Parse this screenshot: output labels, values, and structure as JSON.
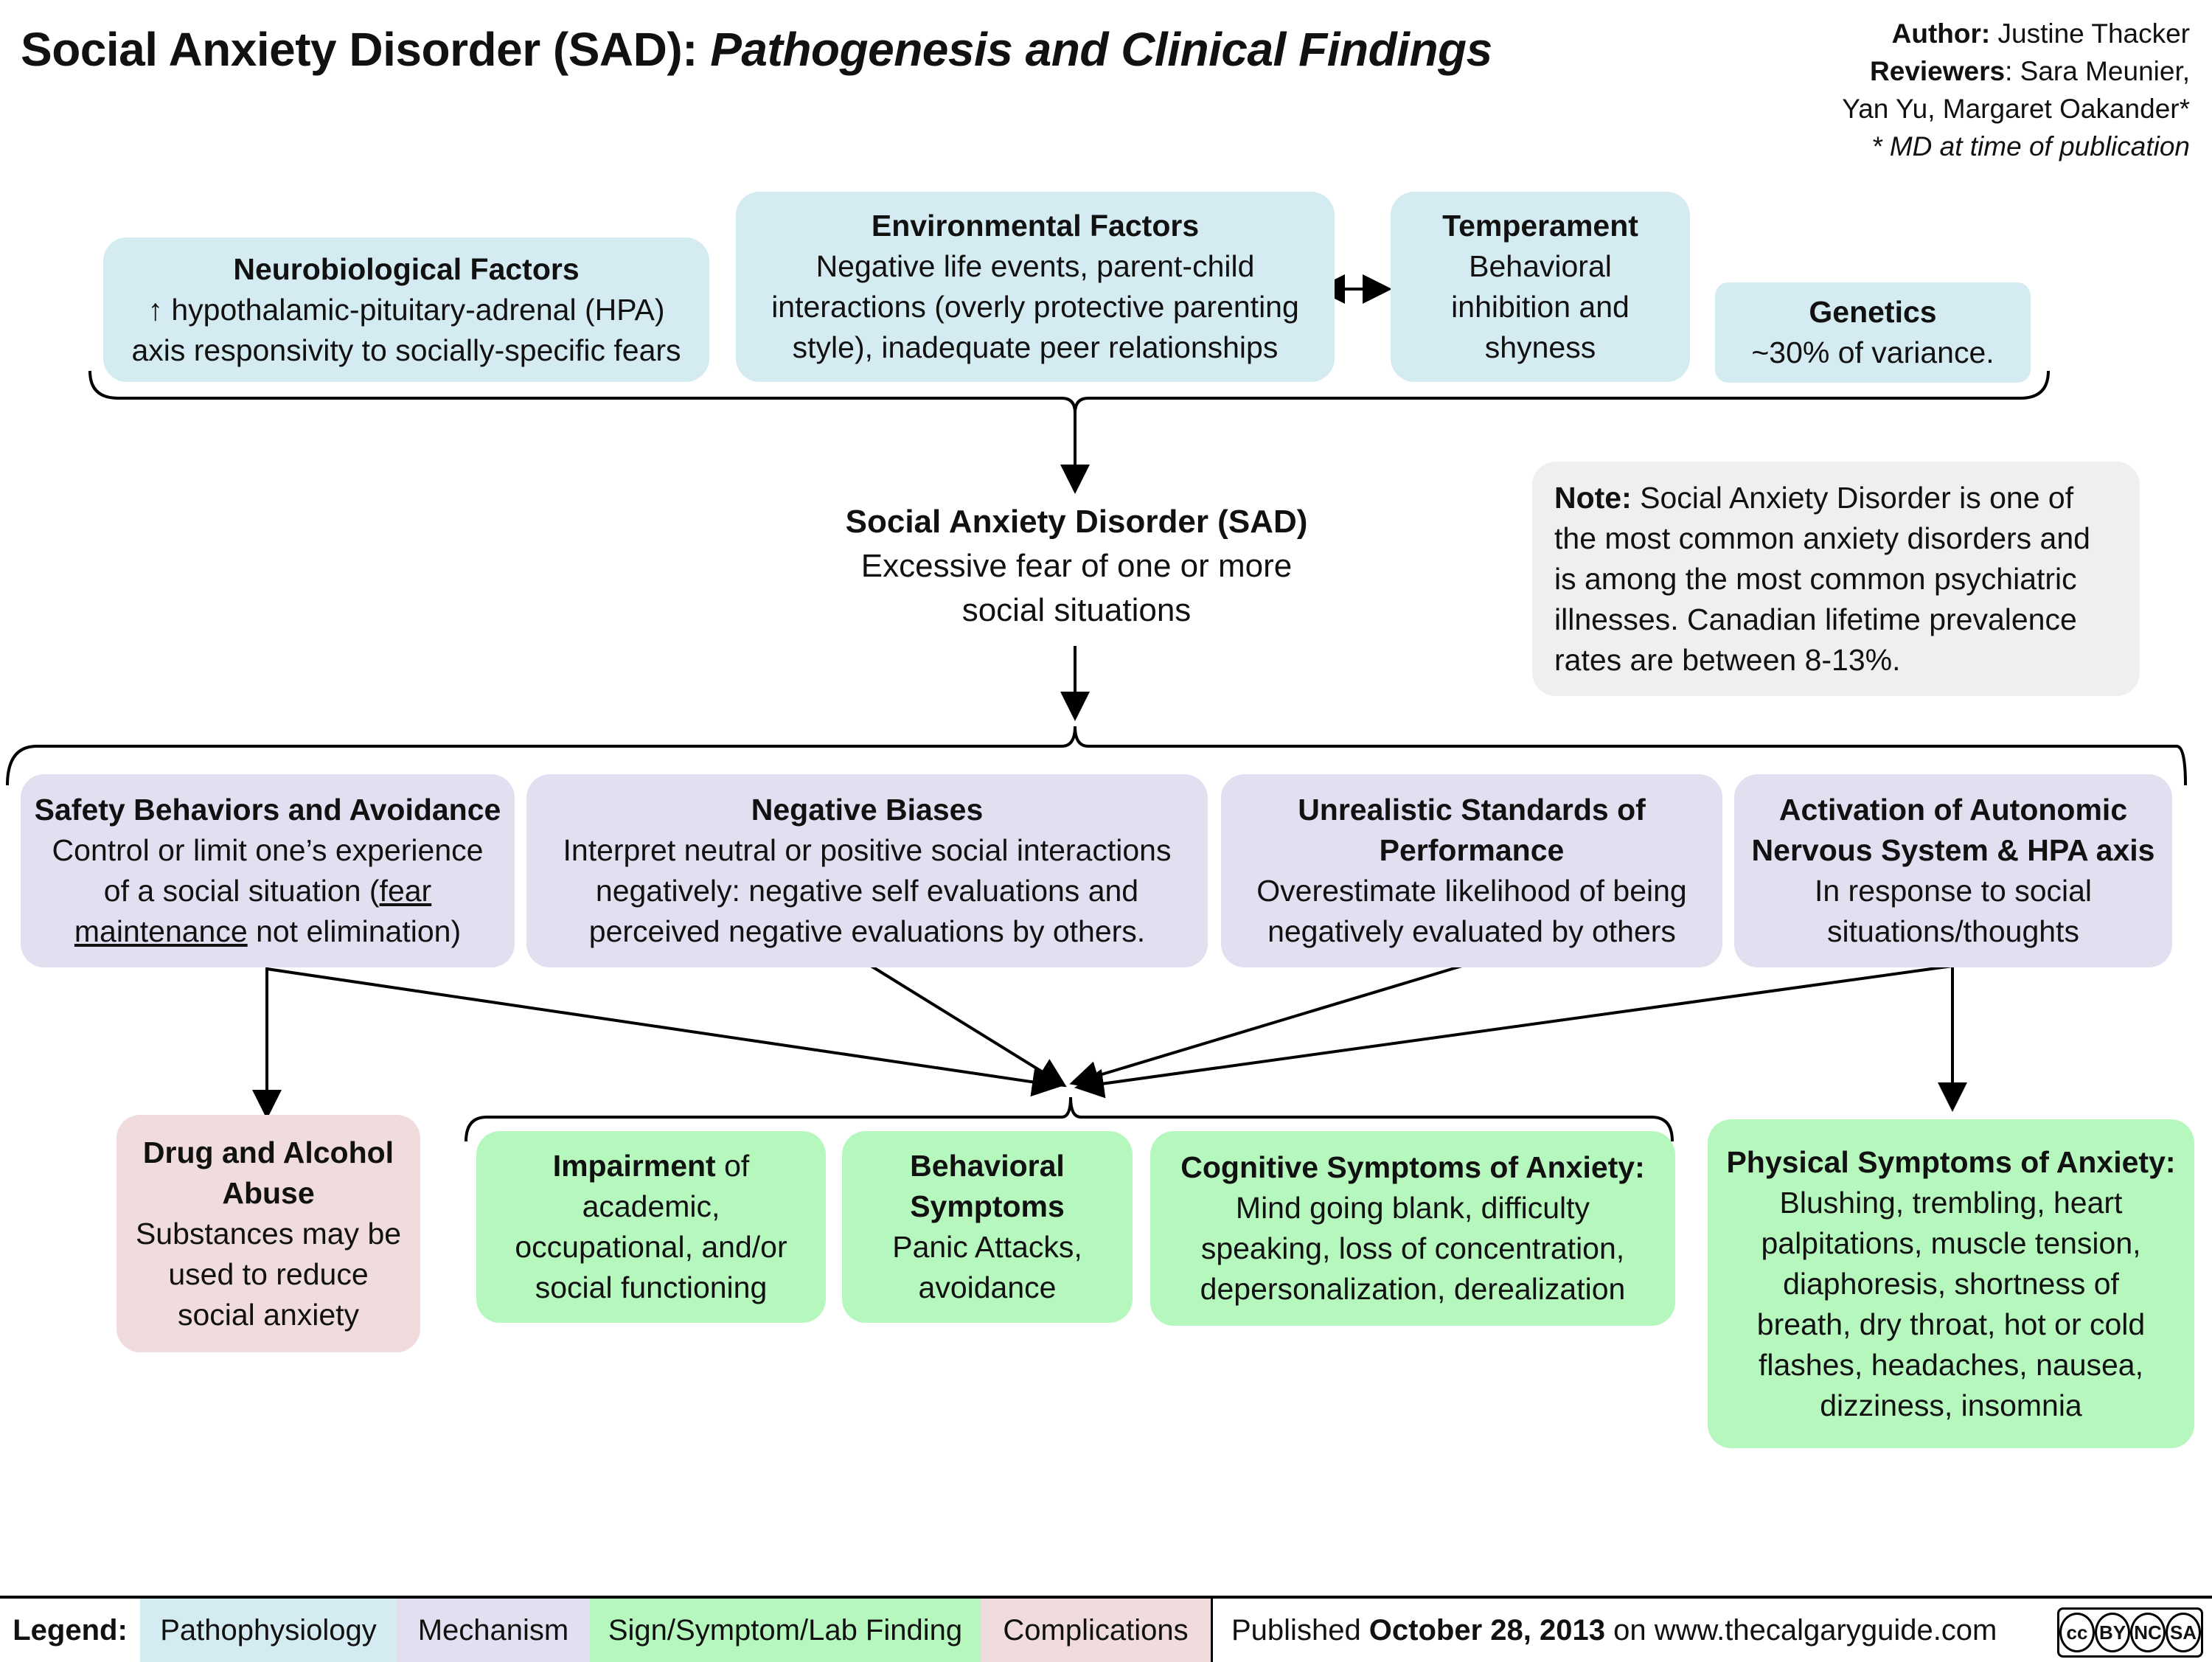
{
  "header": {
    "title_main": "Social Anxiety Disorder (SAD):",
    "title_sub": "Pathogenesis and Clinical Findings",
    "author_label": "Author:",
    "author_name": "Justine Thacker",
    "reviewers_label": "Reviewers",
    "reviewers_line1": ": Sara Meunier,",
    "reviewers_line2": "Yan Yu, Margaret Oakander*",
    "md_note": "* MD at time of publication"
  },
  "causes": {
    "neuro": {
      "title": "Neurobiological Factors",
      "line1": "↑  hypothalamic-pituitary-adrenal (HPA)",
      "line2": "axis responsivity to socially-specific fears"
    },
    "environment": {
      "title": "Environmental Factors",
      "line1": "Negative life events, parent-child",
      "line2": "interactions (overly protective parenting",
      "line3": "style), inadequate peer relationships"
    },
    "temperament": {
      "title": "Temperament",
      "line1": "Behavioral",
      "line2": "inhibition and",
      "line3": "shyness"
    },
    "genetics": {
      "title": "Genetics",
      "line1": "~30% of variance."
    }
  },
  "sad": {
    "title": "Social Anxiety Disorder (SAD)",
    "line1": "Excessive fear of one or more",
    "line2": "social situations"
  },
  "note": {
    "label": "Note:",
    "line1": " Social Anxiety Disorder is one of",
    "line2": "the most common anxiety disorders and",
    "line3": "is among the most common psychiatric",
    "line4": "illnesses. Canadian lifetime prevalence",
    "line5": "rates are between 8-13%."
  },
  "mechanisms": {
    "safety": {
      "title": "Safety Behaviors and Avoidance",
      "line1": "Control or limit one’s experience",
      "line2a": "of a social situation (",
      "line2u": "fear",
      "line3u": "maintenance",
      "line3b": " not elimination)"
    },
    "biases": {
      "title": "Negative Biases",
      "line1": "Interpret neutral or positive social interactions",
      "line2": "negatively: negative self evaluations and",
      "line3": "perceived negative evaluations by others."
    },
    "standards": {
      "title1": "Unrealistic Standards of",
      "title2": "Performance",
      "line1": "Overestimate likelihood of being",
      "line2": "negatively evaluated by others"
    },
    "autonomic": {
      "title1": "Activation of Autonomic",
      "title2": "Nervous System & HPA axis",
      "line1": "In response to social",
      "line2": "situations/thoughts"
    }
  },
  "outcomes": {
    "drug": {
      "title1": "Drug and Alcohol",
      "title2": "Abuse",
      "line1": "Substances may be",
      "line2": "used to reduce",
      "line3": "social anxiety"
    },
    "impairment": {
      "title": "Impairment",
      "title_rest": " of",
      "line1": "academic,",
      "line2": "occupational, and/or",
      "line3": "social functioning"
    },
    "behavioral": {
      "title1": "Behavioral",
      "title2": "Symptoms",
      "line1": "Panic Attacks,",
      "line2": "avoidance"
    },
    "cognitive": {
      "title": "Cognitive Symptoms of Anxiety:",
      "line1": "Mind going blank, difficulty",
      "line2": "speaking, loss of concentration,",
      "line3": "depersonalization, derealization"
    },
    "physical": {
      "title": "Physical Symptoms of Anxiety:",
      "line1": "Blushing, trembling, heart",
      "line2": "palpitations, muscle tension,",
      "line3": "diaphoresis, shortness of",
      "line4": "breath, dry throat, hot or cold",
      "line5": "flashes, headaches, nausea,",
      "line6": "dizziness, insomnia"
    }
  },
  "legend": {
    "label": "Legend:",
    "items": [
      "Pathophysiology",
      "Mechanism",
      "Sign/Symptom/Lab Finding",
      "Complications"
    ],
    "colors": [
      "#d5ebf2",
      "#e3def0",
      "#b6f7be",
      "#f0dcdd"
    ],
    "published_prefix": "Published ",
    "published_date": "October 28, 2013",
    "published_suffix": " on www.thecalgaryguide.com",
    "license_badge": [
      "cc",
      "BY",
      "NC",
      "SA"
    ]
  }
}
